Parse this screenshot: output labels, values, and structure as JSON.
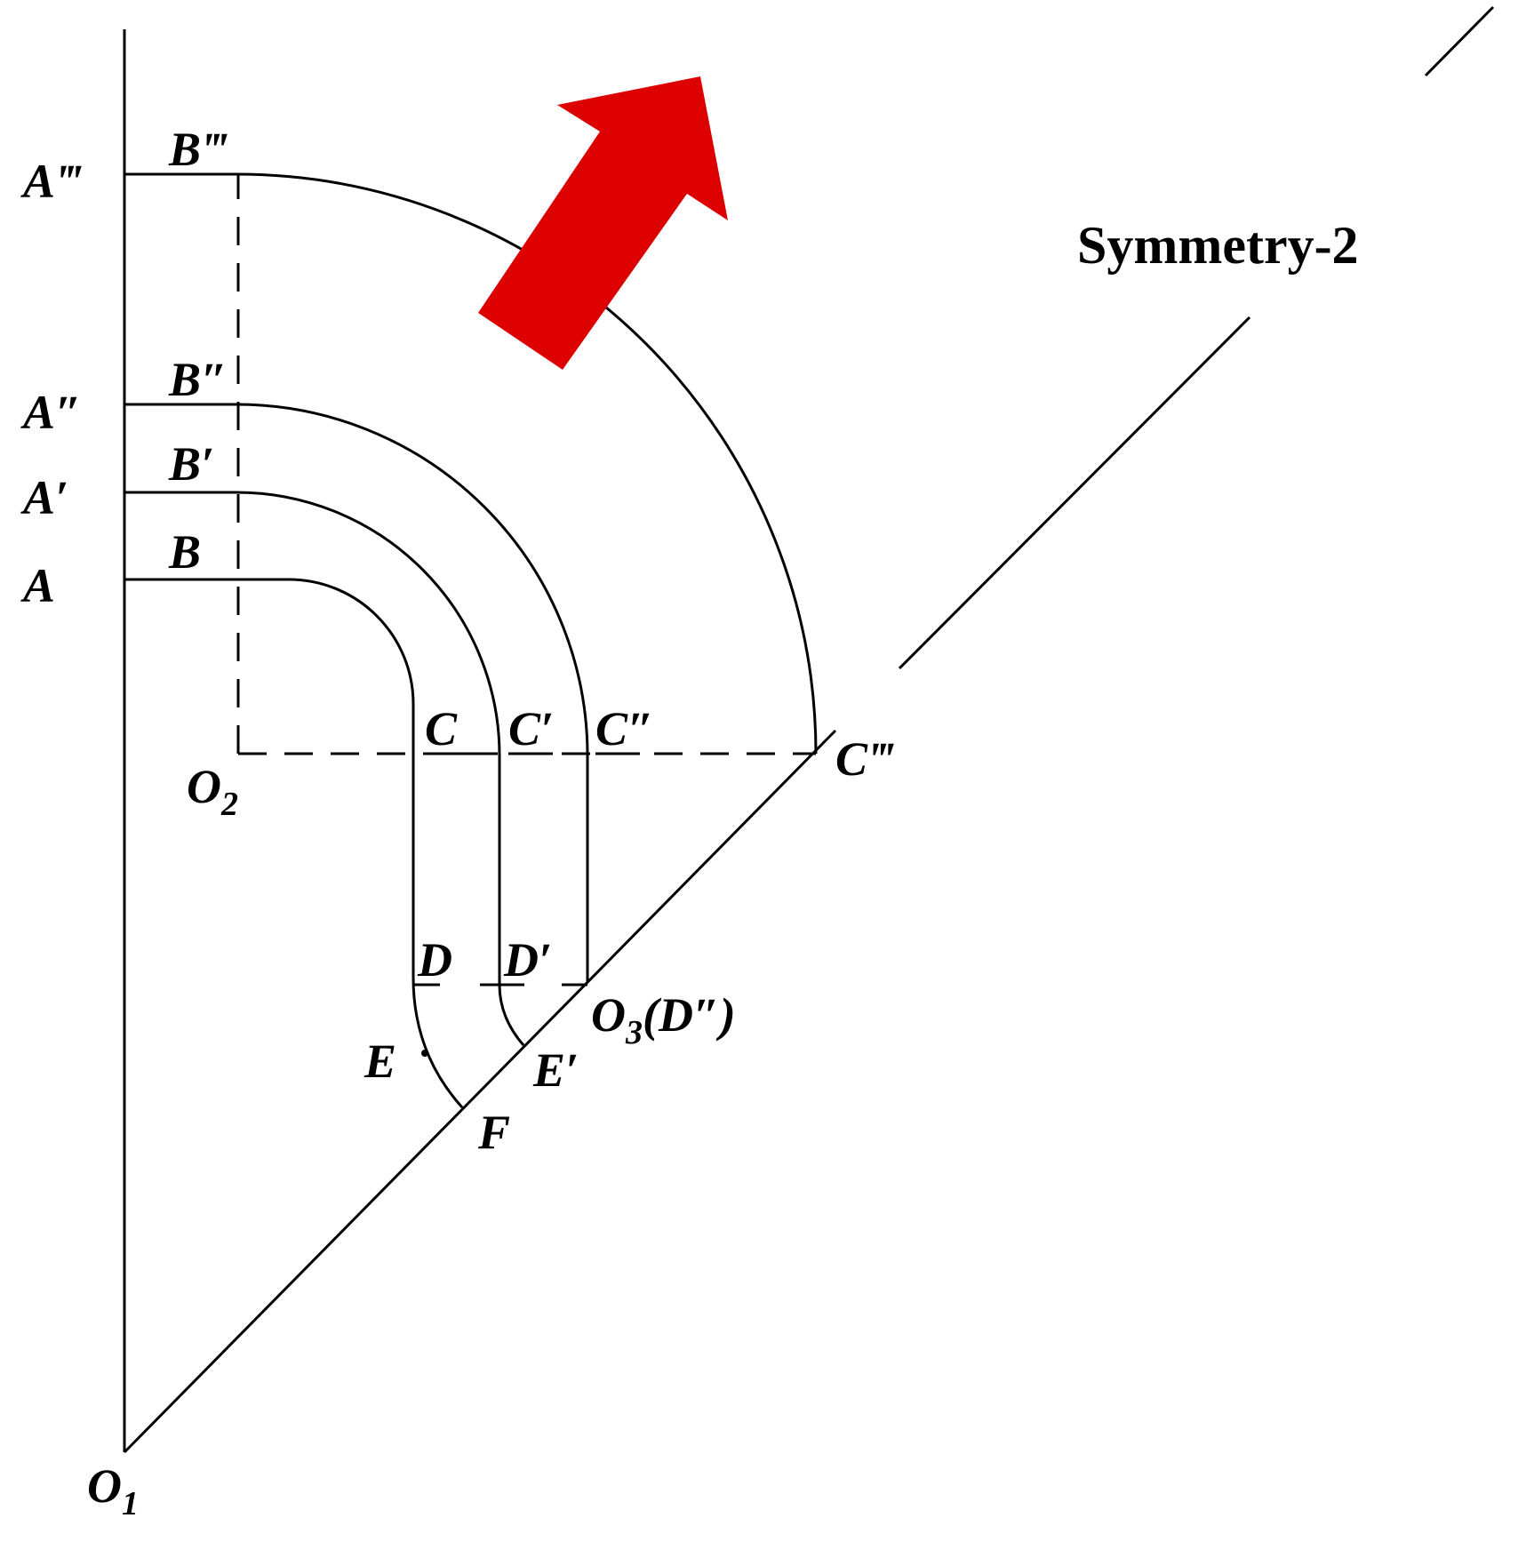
{
  "diagram": {
    "symmetry_label": "Symmetry-2",
    "arrow_color": "#DD0000",
    "points": {
      "A": "A",
      "A1": "A′",
      "A2": "A″",
      "A3": "A‴",
      "B": "B",
      "B1": "B′",
      "B2": "B″",
      "B3": "B‴",
      "C": "C",
      "C1": "C′",
      "C2": "C″",
      "C3": "C‴",
      "D": "D",
      "D1": "D′",
      "E": "E",
      "E1": "E′",
      "F": "F",
      "O1_base": "O",
      "O1_sub": "1",
      "O2_base": "O",
      "O2_sub": "2",
      "O3_base": "O",
      "O3_sub": "3",
      "O3_suffix": "(D″)"
    }
  }
}
